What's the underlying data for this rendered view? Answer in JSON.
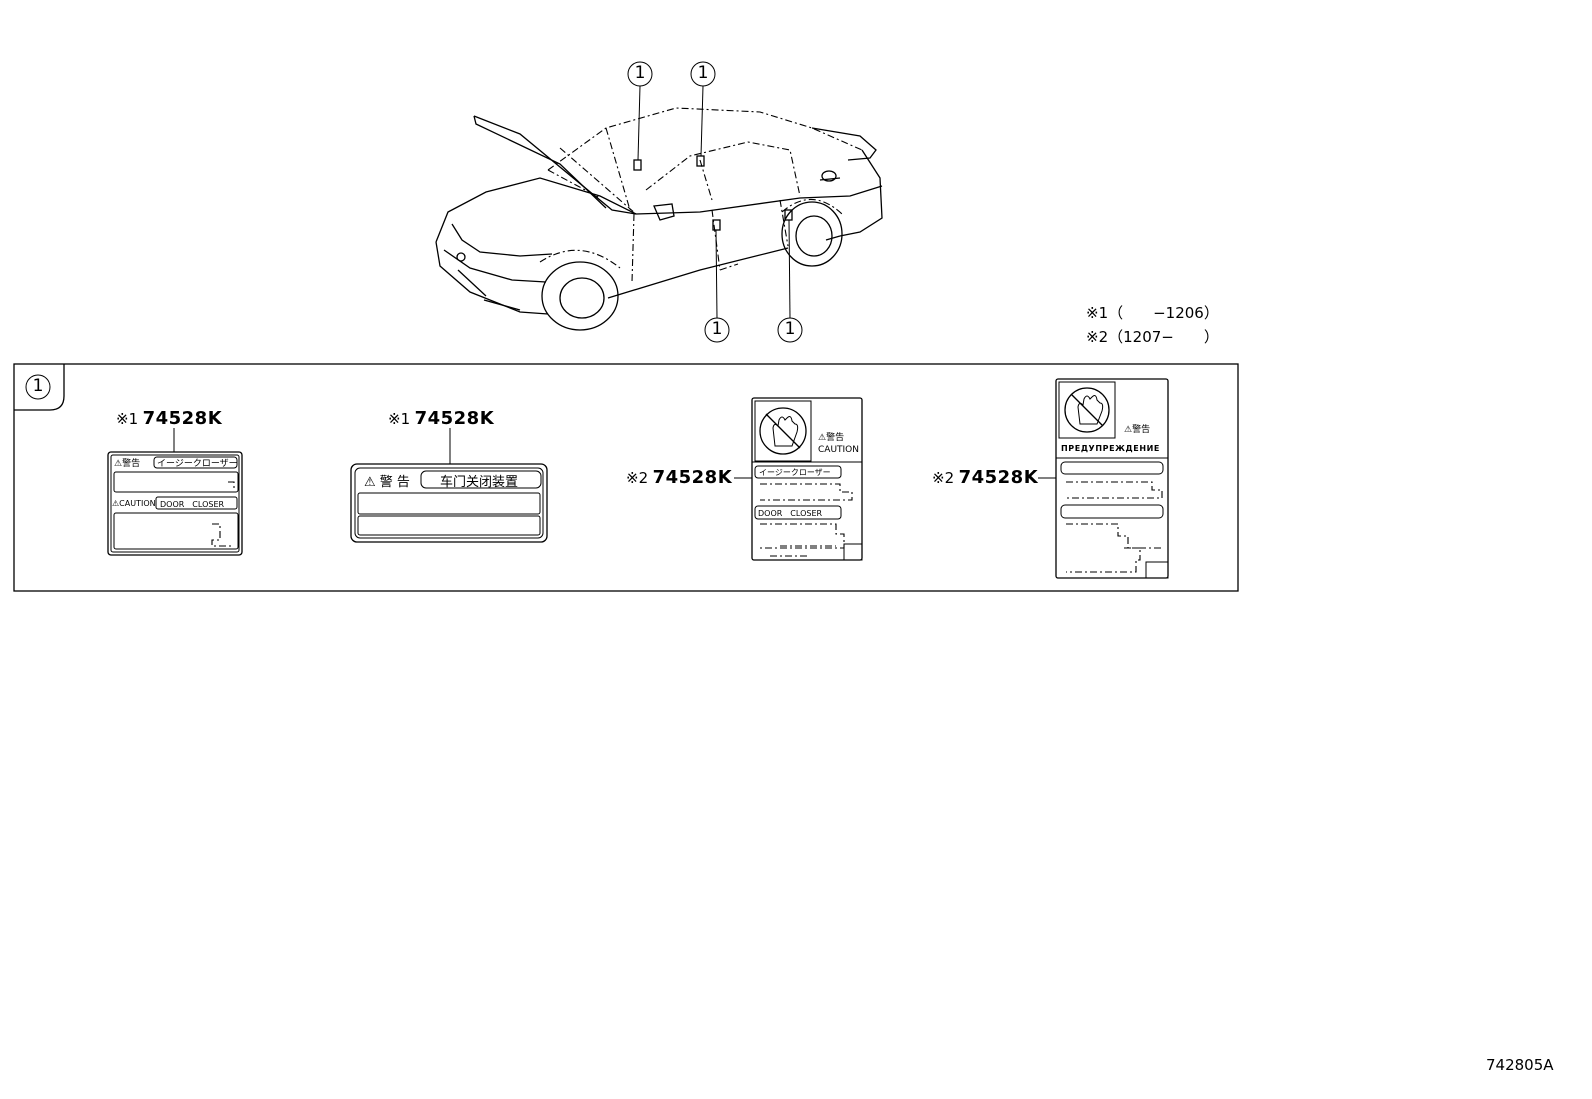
{
  "callout_number": "1",
  "notes": {
    "note1": "※1（　　−1206）",
    "note2": "※2（1207−　　）"
  },
  "labels": [
    {
      "code": "※1",
      "part_number": "74528K",
      "warning_jp": "警告",
      "jp_title": "イージークローザー",
      "caution": "CAUTION",
      "door_closer": "DOOR　CLOSER"
    },
    {
      "code": "※1",
      "part_number": "74528K",
      "warning_jp": "警 告",
      "cn_title": "车门关闭装置"
    },
    {
      "code": "※2",
      "part_number": "74528K",
      "warning_jp": "警告",
      "caution": "CAUTION",
      "jp_title": "イージークローザー",
      "door_closer": "DOOR　CLOSER"
    },
    {
      "code": "※2",
      "part_number": "74528K",
      "warning_jp": "警告",
      "ru_title": "ПРЕДУПРЕЖДЕНИЕ"
    }
  ],
  "figure_id": "742805A"
}
